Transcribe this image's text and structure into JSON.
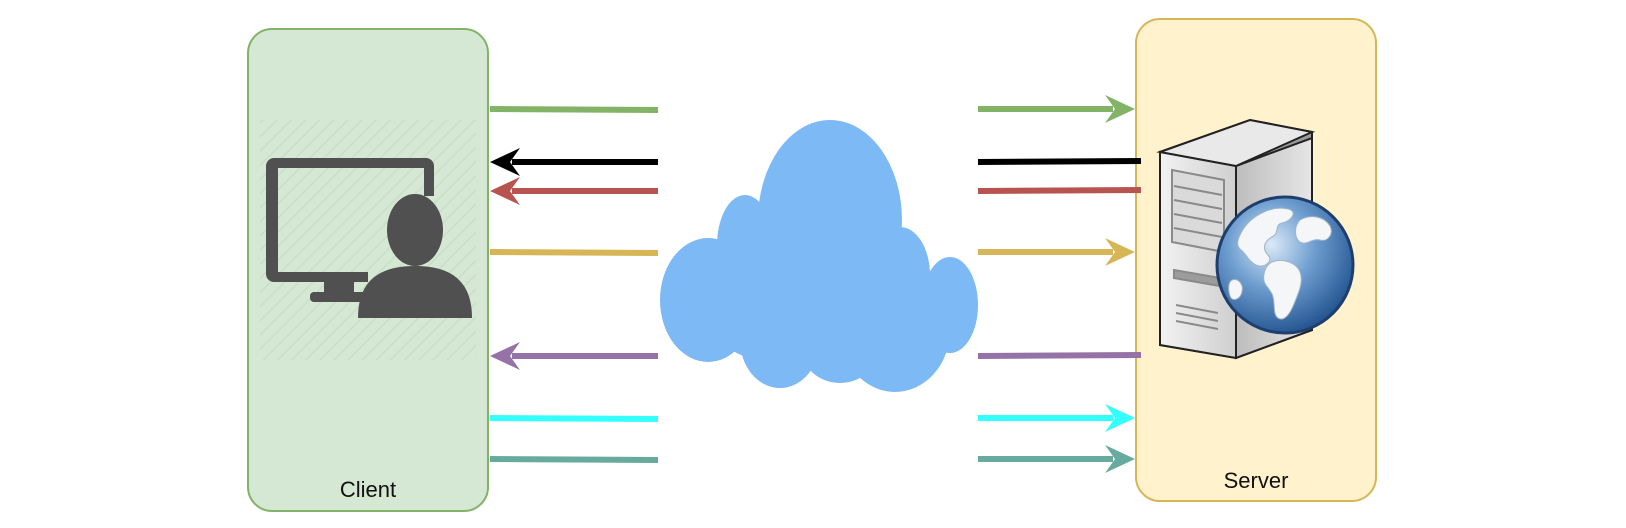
{
  "client": {
    "label": "Client",
    "fill": "#d5e8d4",
    "stroke": "#82b366",
    "icon": "user-computer-icon"
  },
  "server": {
    "label": "Server",
    "fill": "#fff2cc",
    "stroke": "#d6b656",
    "icon": "web-server-icon"
  },
  "network": {
    "icon": "cloud-icon",
    "fill": "#7db9f5"
  },
  "flows": [
    {
      "color": "#82b366",
      "direction": "client-to-server"
    },
    {
      "color": "#000000",
      "direction": "server-to-client"
    },
    {
      "color": "#b85450",
      "direction": "server-to-client"
    },
    {
      "color": "#d6b656",
      "direction": "client-to-server"
    },
    {
      "color": "#9673a6",
      "direction": "server-to-client"
    },
    {
      "color": "#33ffff",
      "direction": "client-to-server"
    },
    {
      "color": "#67ab9f",
      "direction": "client-to-server"
    }
  ]
}
